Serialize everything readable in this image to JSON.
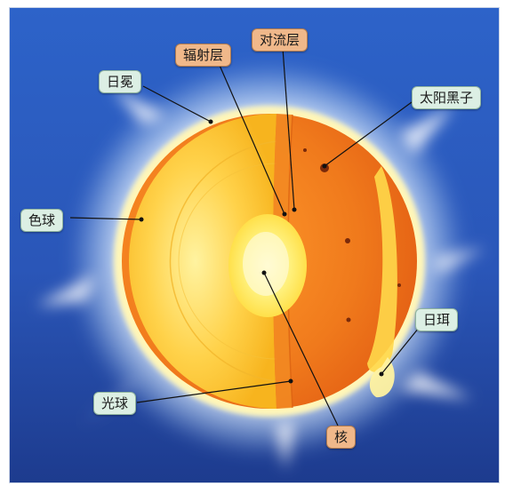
{
  "diagram": {
    "labels": {
      "corona": "日冕",
      "radiative_zone": "辐射层",
      "convective_zone": "对流层",
      "sunspot": "太阳黑子",
      "chromosphere": "色球",
      "prominence": "日珥",
      "photosphere": "光球",
      "core": "核"
    },
    "colors": {
      "sky_top": "#2c5fc4",
      "sky_bottom": "#1e3f94",
      "corona_glow": "#e8f3ff",
      "sun_left": "#ffd95a",
      "sun_right": "#f07a1c",
      "core": "#fff07a",
      "label_green": "#dcefe4",
      "label_orange": "#f0b88a"
    }
  }
}
